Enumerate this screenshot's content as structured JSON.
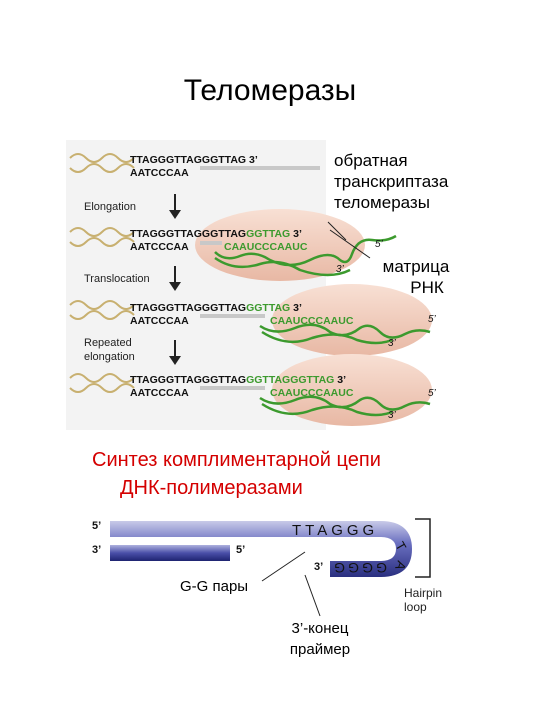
{
  "slide": {
    "title": "Теломеразы",
    "note_enzyme": [
      "обратная",
      "транскриптаза",
      "теломеразы"
    ],
    "note_template": [
      "матрица",
      "РНК"
    ],
    "subtitle_line1": "Синтез комплиментарной цепи",
    "subtitle_line2": "ДНК-полимеразами",
    "gg_pairs_label": "G-G пары",
    "primer_end_label": [
      "3’-конец",
      "праймер"
    ]
  },
  "elongation_diagram": {
    "steps": [
      {
        "top": "TTAGGGTTAGGGTTAG 3’",
        "bottom": "AATCCCAA"
      },
      {
        "top_black": "TTAGGGTTAGGGTTAG",
        "top_green": "GGTTAG",
        "top_end": " 3’",
        "bottom": "AATCCCAA",
        "rna": "CAAUCCCAAUC",
        "five": "5’",
        "three": "3’"
      },
      {
        "top_black": "TTAGGGTTAGGGTTAG",
        "top_green": "GGTTAG",
        "top_end": " 3’",
        "bottom": "AATCCCAA",
        "rna": "CAAUCCCAAUC",
        "five": "5’",
        "three": "3’"
      },
      {
        "top_black": "TTAGGGTTAGGGTTAG",
        "top_green": "GGTTAGGGTTAG",
        "top_end": " 3’",
        "bottom": "AATCCCAA",
        "rna": "CAAUCCCAAUC",
        "five": "5’",
        "three": "3’"
      }
    ],
    "labels": {
      "elongation": "Elongation",
      "translocation": "Translocation",
      "repeated_1": "Repeated",
      "repeated_2": "elongation"
    }
  },
  "hairpin_diagram": {
    "top_five": "5’",
    "bottom_three": "3’",
    "bottom_five": "5’",
    "primer_three": "3’",
    "sequence_top": "TTAGGG",
    "turn_letters": [
      "T",
      "A"
    ],
    "sequence_return": [
      "G",
      "G",
      "G",
      "G"
    ],
    "label_1": "Hairpin",
    "label_2": "loop"
  },
  "colors": {
    "green": "#3c9a2e",
    "enzyme": "#f0c8b8",
    "strand_blue": "#4a4fa8",
    "accent_red": "#d40000"
  }
}
